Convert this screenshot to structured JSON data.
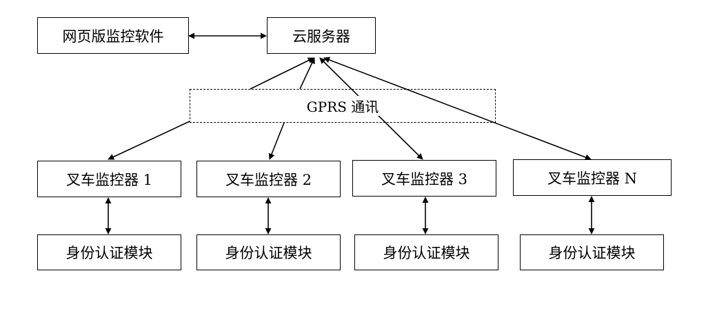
{
  "web_software": "网页版监控软件",
  "cloud_server": "云服务器",
  "gprs_label": "GPRS 通讯",
  "monitors": [
    "叉车监控器 1",
    "叉车监控器 2",
    "叉车监控器 3",
    "叉车监控器 N"
  ],
  "auth_modules": [
    "身份认证模块",
    "身份认证模块",
    "身份认证模块",
    "身份认证模块"
  ],
  "colors": {
    "line": "#000000",
    "background": "#ffffff"
  }
}
